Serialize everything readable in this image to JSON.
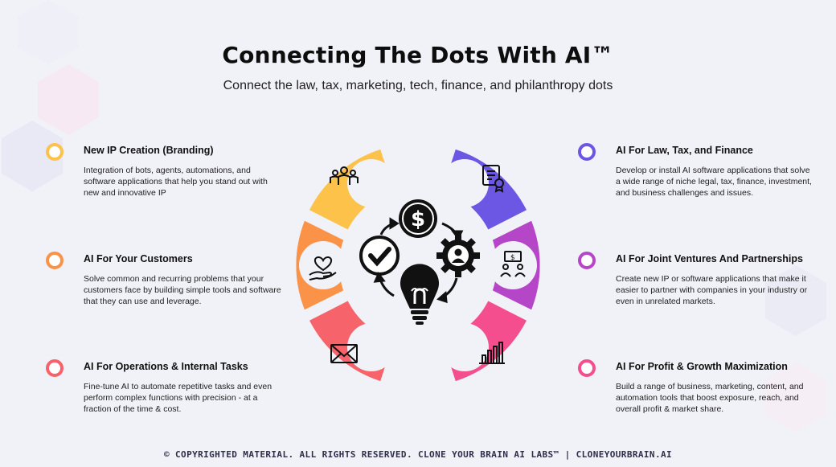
{
  "title": "Connecting The Dots With AI™",
  "subtitle": "Connect the law, tax, marketing, tech, finance, and philanthropy dots",
  "items": [
    {
      "title": "New IP Creation (Branding)",
      "desc": "Integration of bots, agents, automations, and software applications that help you stand out with new and innovative IP",
      "color": "#fcc24a",
      "icon": "team-icon"
    },
    {
      "title": "AI For Your Customers",
      "desc": "Solve common and recurring problems that your customers face by building simple tools and software that they can use and leverage.",
      "color": "#fa9347",
      "icon": "heart-hand-icon"
    },
    {
      "title": "AI For Operations & Internal Tasks",
      "desc": "Fine-tune AI to automate repetitive tasks and even perform complex functions with precision - at a fraction of the time & cost.",
      "color": "#f6636b",
      "icon": "envelope-icon"
    },
    {
      "title": "AI For Law, Tax, and Finance",
      "desc": "Develop or install AI software applications that solve a wide range of niche legal, tax, finance, investment, and business challenges and issues.",
      "color": "#6b57e4",
      "icon": "certificate-icon"
    },
    {
      "title": "AI For Joint Ventures And Partnerships",
      "desc": "Create new IP or software applications that make it easier to partner with companies in your industry or even in unrelated markets.",
      "color": "#b646c8",
      "icon": "partners-icon"
    },
    {
      "title": "AI For Profit & Growth Maximization",
      "desc": "Build a range of business, marketing, content, and automation tools that boost exposure, reach, and overall profit & market share.",
      "color": "#f54e8e",
      "icon": "bar-chart-icon"
    }
  ],
  "footer": "© COPYRIGHTED MATERIAL. ALL RIGHTS RESERVED. CLONE YOUR BRAIN AI LABS™ | CLONEYOURBRAIN.AI"
}
